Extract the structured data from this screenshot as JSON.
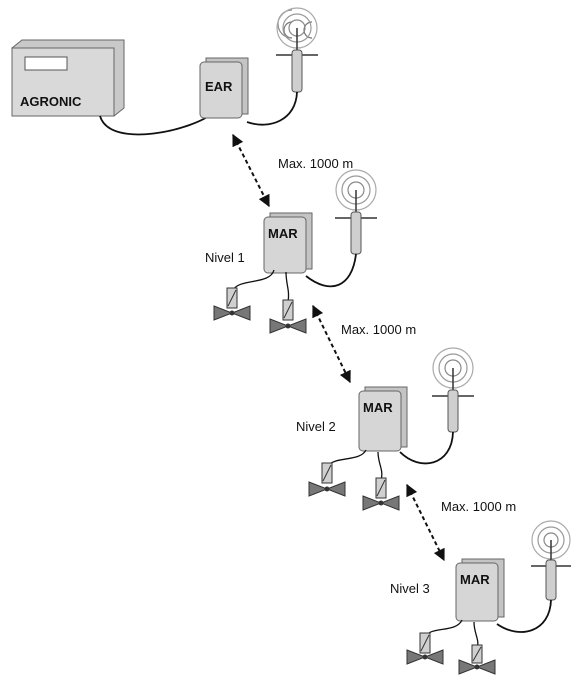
{
  "controller": {
    "label": "AGRONIC"
  },
  "ear": {
    "label": "EAR"
  },
  "distance_label": "Max. 1000 m",
  "distances": [
    "Max. 1000 m",
    "Max. 1000 m",
    "Max. 1000 m"
  ],
  "levels": [
    {
      "name": "Nivel 1",
      "unit": "MAR"
    },
    {
      "name": "Nivel 2",
      "unit": "MAR"
    },
    {
      "name": "Nivel 3",
      "unit": "MAR"
    }
  ]
}
